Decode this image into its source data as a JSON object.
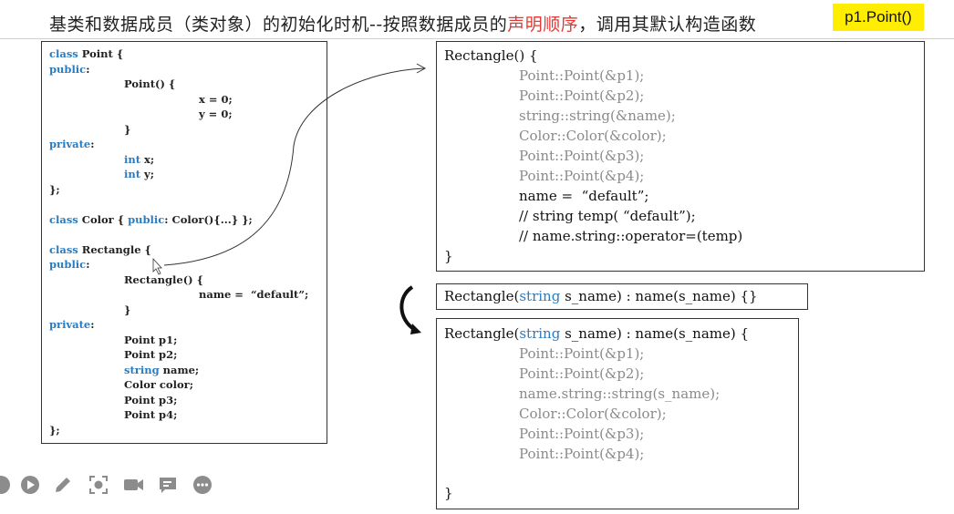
{
  "header": {
    "title_prefix": "基类和数据成员（类对象）的初始化时机--按照数据成员的",
    "title_highlight": "声明顺序",
    "title_suffix": "，调用其默认构造函数",
    "badge": "p1.Point()",
    "highlight_color": "#e53935",
    "badge_color": "#ffee00"
  },
  "left_code": {
    "lines": [
      {
        "kw": "class",
        "rest": " Point {",
        "indent": 0
      },
      {
        "kw": "public",
        "rest": ":",
        "indent": 0
      },
      {
        "kw": "",
        "rest": "Point() {",
        "indent": 1
      },
      {
        "kw": "",
        "rest": "x = 0;",
        "indent": 2
      },
      {
        "kw": "",
        "rest": "y = 0;",
        "indent": 2
      },
      {
        "kw": "",
        "rest": "}",
        "indent": 1
      },
      {
        "kw": "private",
        "rest": ":",
        "indent": 0
      },
      {
        "kw": "int",
        "rest": " x;",
        "indent": 1
      },
      {
        "kw": "int",
        "rest": " y;",
        "indent": 1
      },
      {
        "kw": "",
        "rest": "};",
        "indent": 0
      },
      {
        "kw": "",
        "rest": "",
        "indent": 0
      },
      {
        "kw": "class",
        "rest": " Color { ",
        "mid_kw": "public",
        "tail": ": Color(){...} };",
        "indent": 0
      },
      {
        "kw": "",
        "rest": "",
        "indent": 0
      },
      {
        "kw": "class",
        "rest": " Rectangle {",
        "indent": 0
      },
      {
        "kw": "public",
        "rest": ":",
        "indent": 0
      },
      {
        "kw": "",
        "rest": "Rectangle() {",
        "indent": 1
      },
      {
        "kw": "",
        "rest": "name =  “default”;",
        "indent": 2
      },
      {
        "kw": "",
        "rest": "}",
        "indent": 1
      },
      {
        "kw": "private",
        "rest": ":",
        "indent": 0
      },
      {
        "kw": "",
        "rest": "Point p1;",
        "indent": 1
      },
      {
        "kw": "",
        "rest": "Point p2;",
        "indent": 1
      },
      {
        "kw": "string",
        "rest": " name;",
        "indent": 1
      },
      {
        "kw": "",
        "rest": "Color color;",
        "indent": 1
      },
      {
        "kw": "",
        "rest": "Point p3;",
        "indent": 1
      },
      {
        "kw": "",
        "rest": "Point p4;",
        "indent": 1
      },
      {
        "kw": "",
        "rest": "};",
        "indent": 0
      }
    ]
  },
  "box_default_ctor": {
    "lines": [
      {
        "text": "Rectangle() {",
        "grey": false,
        "indent": 0
      },
      {
        "text": "Point::Point(&p1);",
        "grey": true,
        "indent": 1
      },
      {
        "text": "Point::Point(&p2);",
        "grey": true,
        "indent": 1
      },
      {
        "text": "string::string(&name);",
        "grey": true,
        "indent": 1
      },
      {
        "text": "Color::Color(&color);",
        "grey": true,
        "indent": 1
      },
      {
        "text": "Point::Point(&p3);",
        "grey": true,
        "indent": 1
      },
      {
        "text": "Point::Point(&p4);",
        "grey": true,
        "indent": 1
      },
      {
        "text": "name =  “default”;",
        "grey": false,
        "indent": 1
      },
      {
        "text": "// string temp( “default”);",
        "grey": false,
        "indent": 1
      },
      {
        "text": "// name.string::operator=(temp)",
        "grey": false,
        "indent": 1
      },
      {
        "text": "}",
        "grey": false,
        "indent": 0
      }
    ]
  },
  "box_init_list": {
    "pre": "Rectangle(",
    "kw": "string",
    "post": " s_name) : name(s_name) {}"
  },
  "box_param_ctor": {
    "head_pre": "Rectangle(",
    "head_kw": "string",
    "head_post": " s_name) : name(s_name) {",
    "lines": [
      "Point::Point(&p1);",
      "Point::Point(&p2);",
      "name.string::string(s_name);",
      "Color::Color(&color);",
      "Point::Point(&p3);",
      "Point::Point(&p4);"
    ],
    "close": "}"
  },
  "toolbar": {
    "icons": [
      "record-icon",
      "play-icon",
      "pen-icon",
      "screenshot-icon",
      "camera-icon",
      "comment-icon",
      "more-icon"
    ]
  }
}
